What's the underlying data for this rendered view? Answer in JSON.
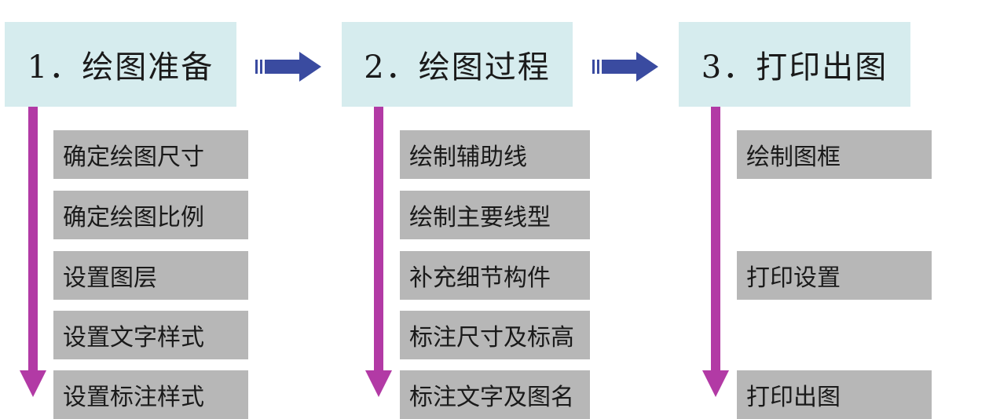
{
  "colors": {
    "header_bg": "#d6ecee",
    "step_bg": "#b7b7b7",
    "flow_arrow": "#3a4ba0",
    "down_arrow": "#b23aa5"
  },
  "stages": [
    {
      "title": "1．绘图准备",
      "steps": [
        "确定绘图尺寸",
        "确定绘图比例",
        "设置图层",
        "设置文字样式",
        "设置标注样式"
      ]
    },
    {
      "title": "2．绘图过程",
      "steps": [
        "绘制辅助线",
        "绘制主要线型",
        "补充细节构件",
        "标注尺寸及标高",
        "标注文字及图名"
      ]
    },
    {
      "title": "3．打印出图",
      "steps": [
        "绘制图框",
        "打印设置",
        "打印出图"
      ]
    }
  ]
}
